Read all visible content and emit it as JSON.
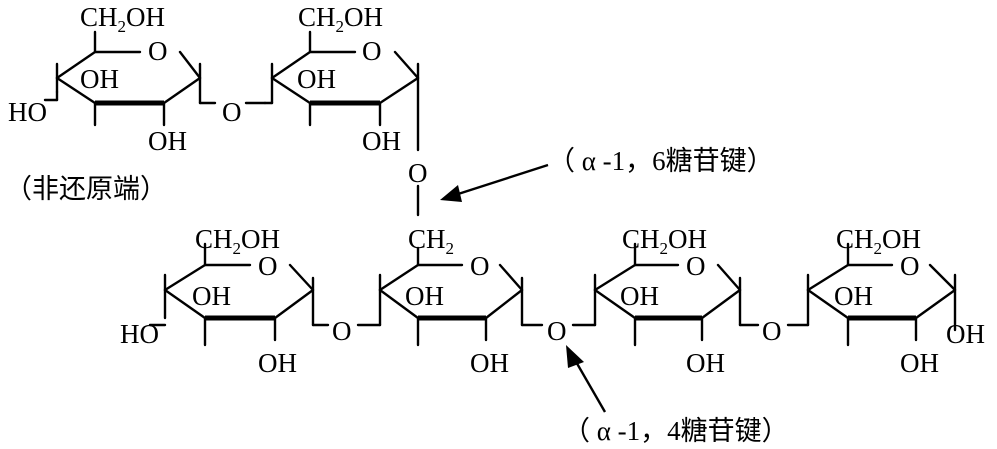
{
  "molecule": {
    "atoms": {
      "ring_oxygen": "O",
      "hydroxyl": "OH",
      "hydroxyl_left": "HO",
      "hydroxymethyl_prefix": "CH",
      "hydroxymethyl_sub": "2",
      "hydroxymethyl_suffix": "OH",
      "methylene_prefix": "CH",
      "methylene_sub": "2",
      "bridge_oxygen": "O"
    },
    "labels": {
      "non_reducing_end": "（非还原端）",
      "alpha_1_6_bond": "（ α -1，6糖苷键）",
      "alpha_1_4_bond": "（ α -1，4糖苷键）"
    },
    "residue_count": 6,
    "colors": {
      "ink": "#000000",
      "background": "#ffffff"
    }
  }
}
